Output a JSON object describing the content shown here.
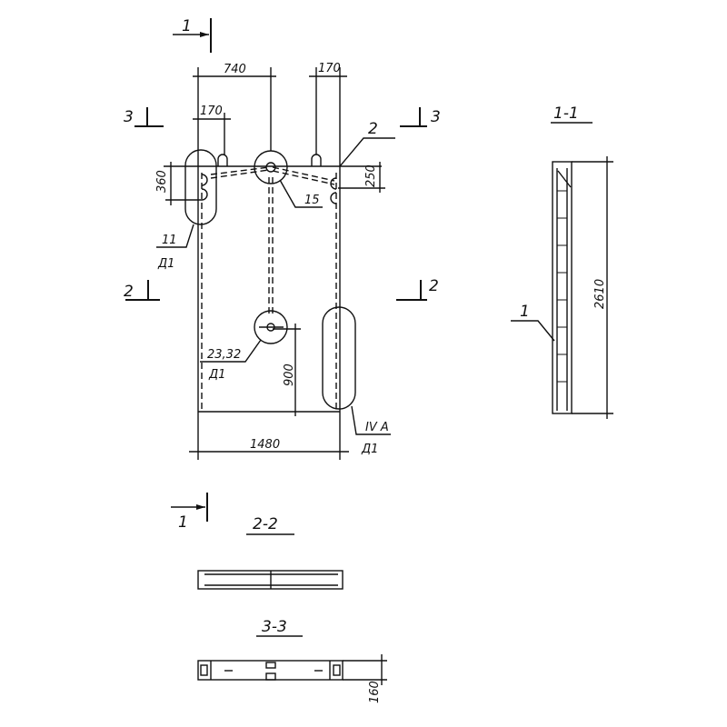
{
  "drawing": {
    "section_markers": {
      "one": "1",
      "two": "2",
      "three": "3"
    },
    "dimensions": {
      "d740": "740",
      "d170_top": "170",
      "d170_left": "170",
      "d360": "360",
      "d250": "250",
      "d900": "900",
      "d1480": "1480",
      "d2610": "2610",
      "d160": "160"
    },
    "callouts": {
      "c2": "2",
      "c15": "15",
      "c11": "11",
      "c11_sub": "Д1",
      "c2332": "23,32",
      "c2332_sub": "Д1",
      "civa": "IV А",
      "civa_sub": "Д1",
      "c1": "1"
    },
    "section_titles": {
      "s11": "1-1",
      "s22": "2-2",
      "s33": "3-3"
    }
  }
}
